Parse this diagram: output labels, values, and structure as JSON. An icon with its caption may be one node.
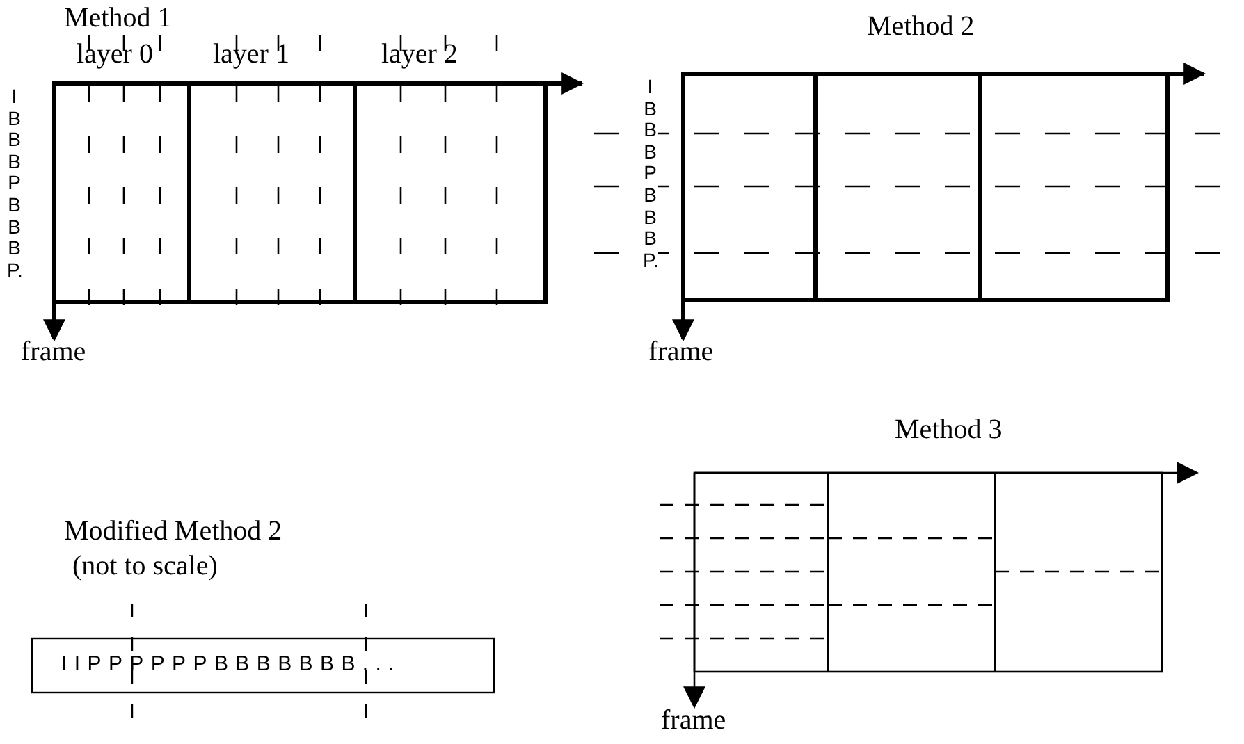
{
  "diagram": {
    "labels": [
      "Method 1",
      "layer 0",
      "layer 1",
      "layer 2",
      "IBBBPBBBP.",
      "frame",
      "Method 2",
      "IBBBPBBBP.",
      "frame",
      "Method 3",
      "Modified Method 2",
      "(not to scale)",
      "IIPPPPPPBBBBBBB...",
      "frame"
    ]
  }
}
